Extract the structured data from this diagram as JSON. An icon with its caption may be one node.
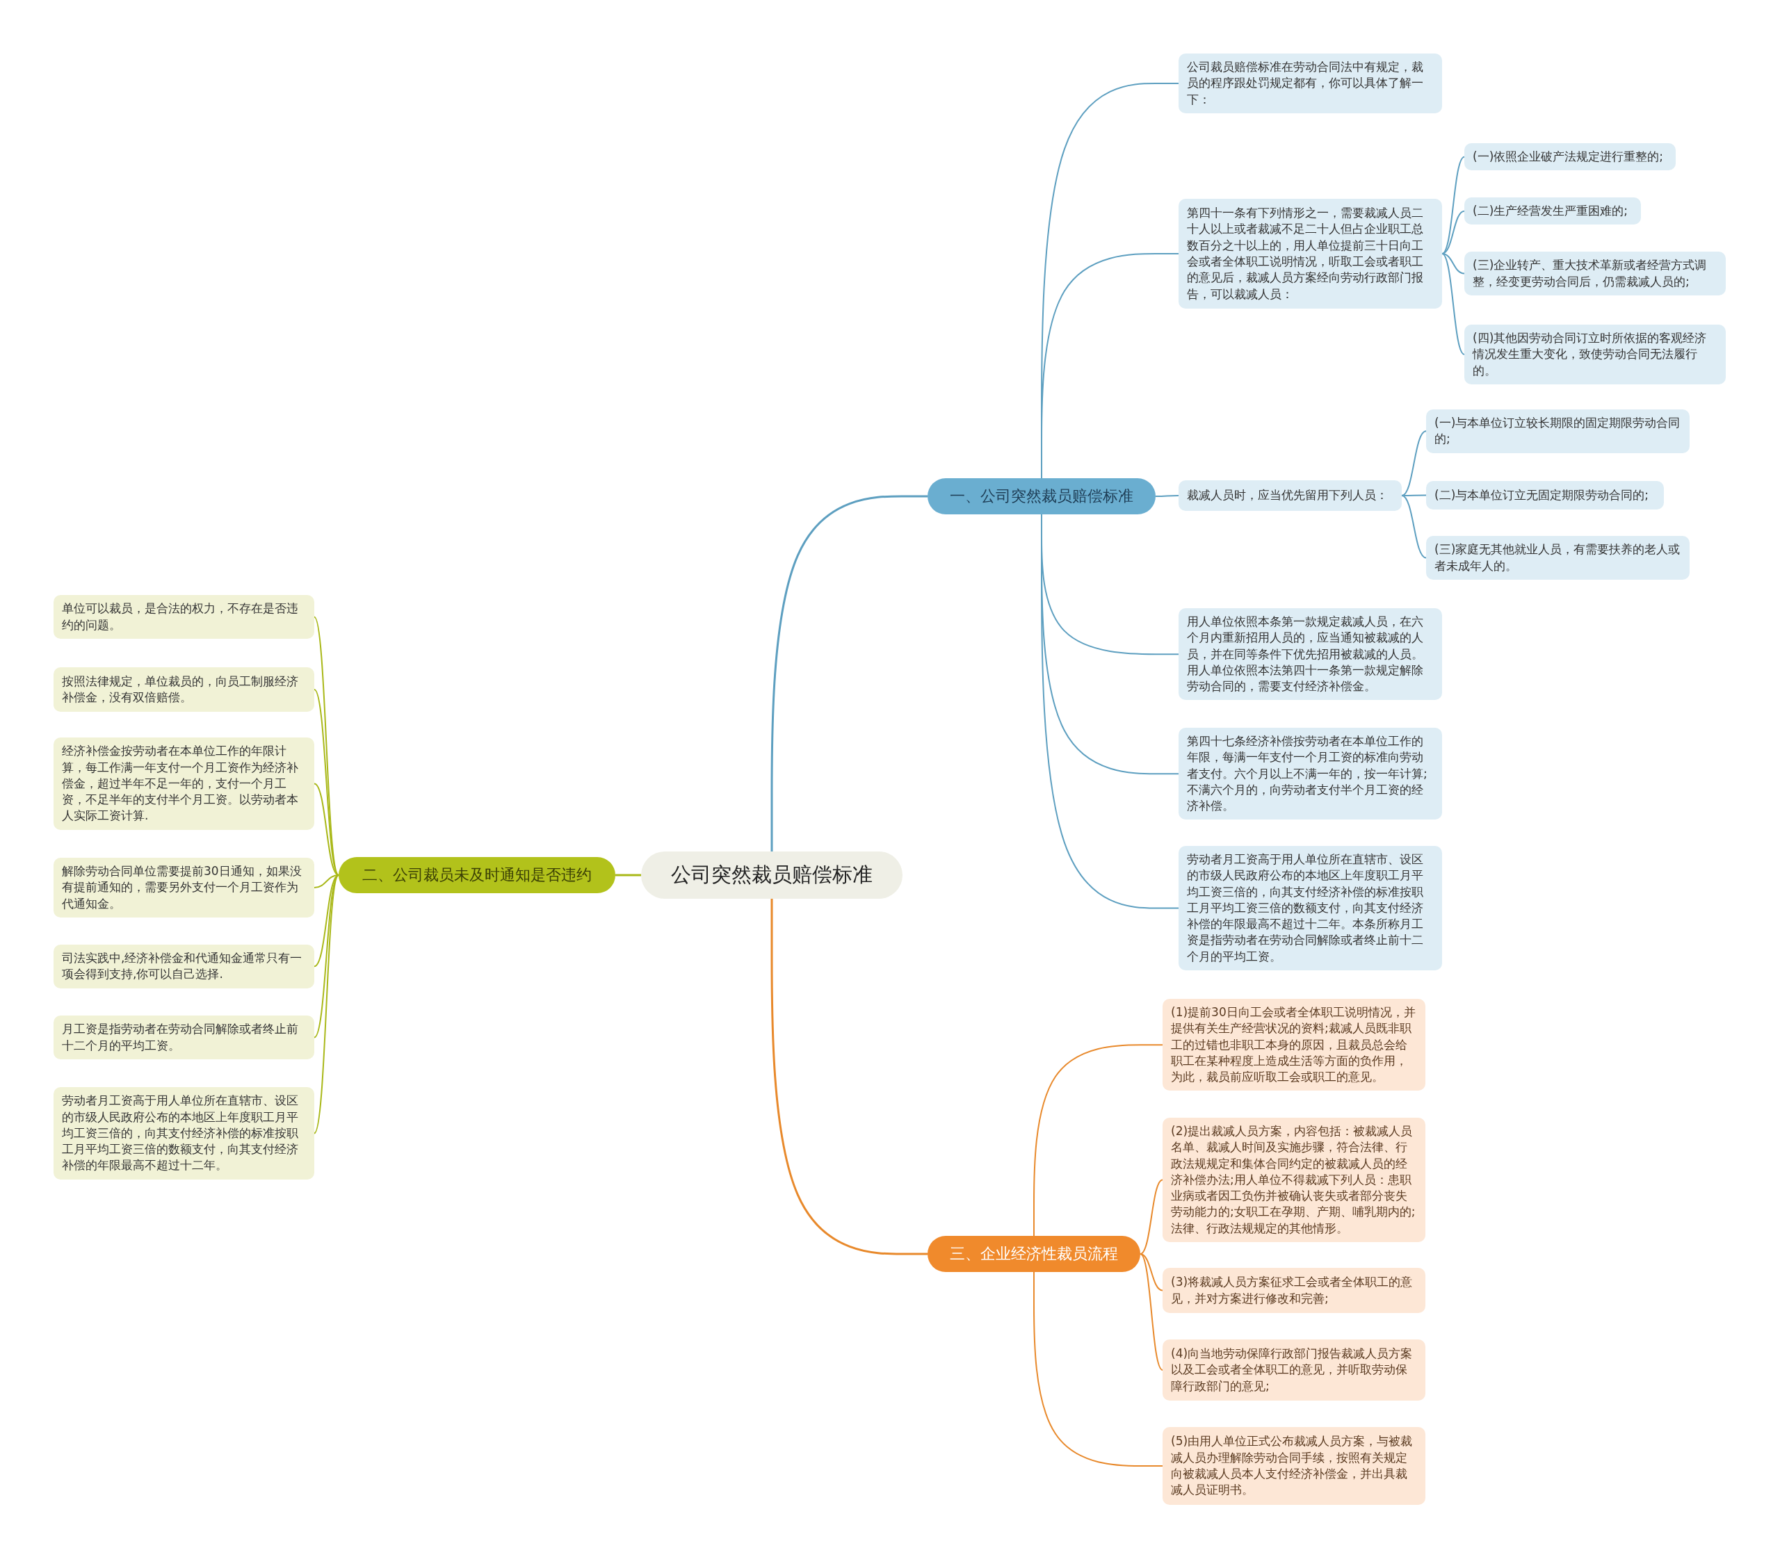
{
  "diagram": {
    "nodes": [
      {
        "text": [
          "公司突然裁员赔偿标准"
        ]
      },
      {
        "text": [
          "一、公司突然裁员赔偿标准"
        ]
      },
      {
        "text": [
          "二、公司裁员未及时通知是否违约"
        ]
      },
      {
        "text": [
          "三、企业经济性裁员流程"
        ]
      },
      {
        "text": [
          "公司裁员赔偿标准在劳动合同法中有规定，裁员的程序跟处罚规定都有，你可以具体了解一下："
        ]
      },
      {
        "text": [
          "第四十一条有下列情形之一，需要裁减人员二十人以上或者裁减不足二十人但占企业职工总数百分之十以上的，用人单位提前三十日向工会或者全体职工说明情况，听取工会或者职工的意见后，裁减人员方案经向劳动行政部门报告，可以裁减人员："
        ]
      },
      {
        "text": [
          "(一)依照企业破产法规定进行重整的;"
        ]
      },
      {
        "text": [
          "(二)生产经营发生严重困难的;"
        ]
      },
      {
        "text": [
          "(三)企业转产、重大技术革新或者经营方式调整，经变更劳动合同后，仍需裁减人员的;"
        ]
      },
      {
        "text": [
          "(四)其他因劳动合同订立时所依据的客观经济情况发生重大变化，致使劳动合同无法履行的。"
        ]
      },
      {
        "text": [
          "裁减人员时，应当优先留用下列人员："
        ]
      },
      {
        "text": [
          "(一)与本单位订立较长期限的固定期限劳动合同的;"
        ]
      },
      {
        "text": [
          "(二)与本单位订立无固定期限劳动合同的;"
        ]
      },
      {
        "text": [
          "(三)家庭无其他就业人员，有需要扶养的老人或者未成年人的。"
        ]
      },
      {
        "text": [
          "用人单位依照本条第一款规定裁减人员，在六个月内重新招用人员的，应当通知被裁减的人员，并在同等条件下优先招用被裁减的人员。用人单位依照本法第四十一条第一款规定解除劳动合同的，需要支付经济补偿金。"
        ]
      },
      {
        "text": [
          "第四十七条经济补偿按劳动者在本单位工作的年限，每满一年支付一个月工资的标准向劳动者支付。六个月以上不满一年的，按一年计算;不满六个月的，向劳动者支付半个月工资的经济补偿。"
        ]
      },
      {
        "text": [
          "劳动者月工资高于用人单位所在直辖市、设区的市级人民政府公布的本地区上年度职工月平均工资三倍的，向其支付经济补偿的标准按职工月平均工资三倍的数额支付，向其支付经济补偿的年限最高不超过十二年。本条所称月工资是指劳动者在劳动合同解除或者终止前十二个月的平均工资。"
        ]
      },
      {
        "text": [
          "(1)提前30日向工会或者全体职工说明情况，并提供有关生产经营状况的资料;裁减人员既非职工的过错也非职工本身的原因，且裁员总会给职工在某种程度上造成生活等方面的负作用，为此，裁员前应听取工会或职工的意见。"
        ]
      },
      {
        "text": [
          "(2)提出裁减人员方案，内容包括：被裁减人员名单、裁减人时间及实施步骤，符合法律、行政法规规定和集体合同约定的被裁减人员的经济补偿办法;用人单位不得裁减下列人员：患职业病或者因工负伤并被确认丧失或者部分丧失劳动能力的;女职工在孕期、产期、哺乳期内的;法律、行政法规规定的其他情形。"
        ]
      },
      {
        "text": [
          "(3)将裁减人员方案征求工会或者全体职工的意见，并对方案进行修改和完善;"
        ]
      },
      {
        "text": [
          "(4)向当地劳动保障行政部门报告裁减人员方案以及工会或者全体职工的意见，并听取劳动保障行政部门的意见;"
        ]
      },
      {
        "text": [
          "(5)由用人单位正式公布裁减人员方案，与被裁减人员办理解除劳动合同手续，按照有关规定向被裁减人员本人支付经济补偿金，并出具裁减人员证明书。"
        ]
      },
      {
        "text": [
          "单位可以裁员，是合法的权力，不存在是否违约的问题。"
        ]
      },
      {
        "text": [
          "按照法律规定，单位裁员的，向员工制服经济补偿金，没有双倍赔偿。"
        ]
      },
      {
        "text": [
          "经济补偿金按劳动者在本单位工作的年限计算，每工作满一年支付一个月工资作为经济补偿金，超过半年不足一年的，支付一个月工资，不足半年的支付半个月工资。以劳动者本人实际工资计算."
        ]
      },
      {
        "text": [
          "解除劳动合同单位需要提前30日通知，如果没有提前通知的，需要另外支付一个月工资作为代通知金。"
        ]
      },
      {
        "text": [
          "司法实践中,经济补偿金和代通知金通常只有一项会得到支持,你可以自己选择."
        ]
      },
      {
        "text": [
          "月工资是指劳动者在劳动合同解除或者终止前十二个月的平均工资。"
        ]
      },
      {
        "text": [
          "劳动者月工资高于用人单位所在直辖市、设区的市级人民政府公布的本地区上年度职工月平均工资三倍的，向其支付经济补偿的标准按职工月平均工资三倍的数额支付，向其支付经济补偿的年限最高不超过十二年。"
        ]
      }
    ],
    "edges": [
      {
        "from": 0,
        "to": 1,
        "arrow": "none"
      },
      {
        "from": 0,
        "to": 2,
        "arrow": "none",
        "color": "#a9b818"
      },
      {
        "from": 0,
        "to": 3,
        "arrow": "none",
        "color": "#e8892b"
      },
      {
        "from": 1,
        "to": 4,
        "arrow": "none"
      },
      {
        "from": 1,
        "to": 5,
        "arrow": "none"
      },
      {
        "from": 5,
        "to": 6,
        "arrow": "none"
      },
      {
        "from": 5,
        "to": 7,
        "arrow": "none"
      },
      {
        "from": 5,
        "to": 8,
        "arrow": "none"
      },
      {
        "from": 5,
        "to": 9,
        "arrow": "none"
      },
      {
        "from": 1,
        "to": 10,
        "arrow": "none"
      },
      {
        "from": 10,
        "to": 11,
        "arrow": "none"
      },
      {
        "from": 10,
        "to": 12,
        "arrow": "none"
      },
      {
        "from": 10,
        "to": 13,
        "arrow": "none"
      },
      {
        "from": 1,
        "to": 14,
        "arrow": "none"
      },
      {
        "from": 1,
        "to": 15,
        "arrow": "none"
      },
      {
        "from": 1,
        "to": 16,
        "arrow": "none"
      },
      {
        "from": 3,
        "to": 17,
        "arrow": "none",
        "color": "#e8892b"
      },
      {
        "from": 3,
        "to": 18,
        "arrow": "none",
        "color": "#e8892b"
      },
      {
        "from": 3,
        "to": 19,
        "arrow": "none",
        "color": "#e8892b"
      },
      {
        "from": 3,
        "to": 20,
        "arrow": "none",
        "color": "#e8892b"
      },
      {
        "from": 3,
        "to": 21,
        "arrow": "none",
        "color": "#e8892b"
      },
      {
        "from": 2,
        "to": 22,
        "arrow": "none",
        "color": "#a9b818"
      },
      {
        "from": 2,
        "to": 23,
        "arrow": "none",
        "color": "#a9b818"
      },
      {
        "from": 2,
        "to": 24,
        "arrow": "none",
        "color": "#a9b818"
      },
      {
        "from": 2,
        "to": 25,
        "arrow": "none",
        "color": "#a9b818"
      },
      {
        "from": 2,
        "to": 26,
        "arrow": "none",
        "color": "#a9b818"
      },
      {
        "from": 2,
        "to": 27,
        "arrow": "none",
        "color": "#a9b818"
      },
      {
        "from": 2,
        "to": 28,
        "arrow": "none",
        "color": "#a9b818"
      }
    ]
  }
}
